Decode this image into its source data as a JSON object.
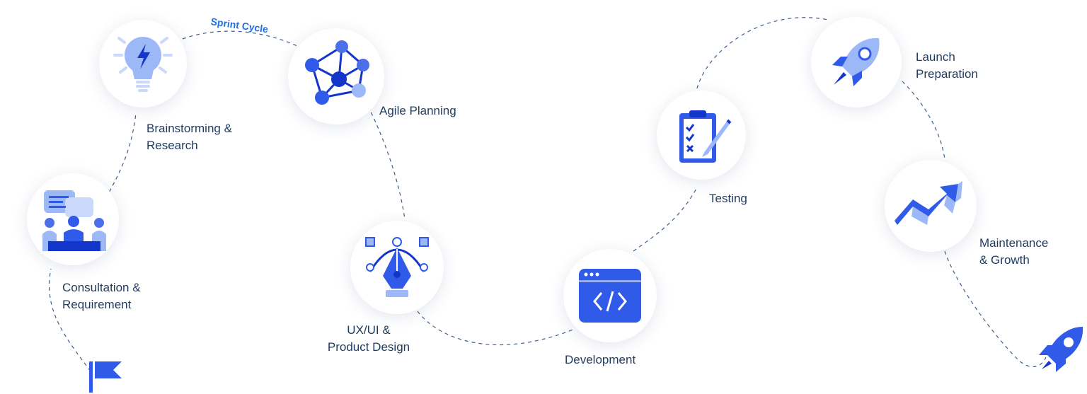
{
  "diagram": {
    "path_label": "Sprint Cycle",
    "colors": {
      "primary": "#2f5be8",
      "light": "#9db8f7",
      "dark": "#1435c9",
      "text": "#1f3a5f",
      "path": "#3e5f8f",
      "accent_label": "#1f6fe0"
    },
    "steps": [
      {
        "id": "consultation",
        "icon": "meeting-icon",
        "line1": "Consultation &",
        "line2": "Requirement"
      },
      {
        "id": "brainstorming",
        "icon": "lightbulb-icon",
        "line1": "Brainstorming &",
        "line2": "Research"
      },
      {
        "id": "agile-planning",
        "icon": "network-icon",
        "line1": "Agile Planning",
        "line2": ""
      },
      {
        "id": "ux-ui-design",
        "icon": "pen-tool-icon",
        "line1": "UX/UI &",
        "line2": "Product Design"
      },
      {
        "id": "development",
        "icon": "code-window-icon",
        "line1": "Development",
        "line2": ""
      },
      {
        "id": "testing",
        "icon": "clipboard-checklist-icon",
        "line1": "Testing",
        "line2": ""
      },
      {
        "id": "launch-preparation",
        "icon": "rocket-icon",
        "line1": "Launch",
        "line2": "Preparation"
      },
      {
        "id": "maintenance-growth",
        "icon": "growth-arrow-icon",
        "line1": "Maintenance",
        "line2": "& Growth"
      }
    ],
    "start_marker": "flag-icon",
    "end_marker": "rocket-end-icon"
  }
}
